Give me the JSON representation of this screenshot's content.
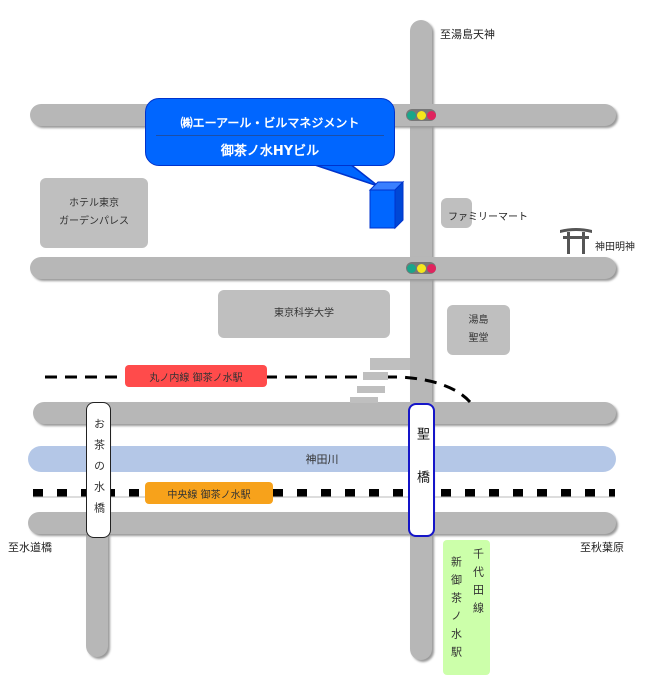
{
  "callout": {
    "company": "㈱エーアール・ビルマネジメント",
    "building": "御茶ノ水HYビル"
  },
  "directions": {
    "north": "至湯島天神",
    "west": "至水道橋",
    "east": "至秋葉原"
  },
  "landmarks": {
    "hotel": "ホテル東京\nガーデンパレス",
    "familymart": "ファミリーマート",
    "kanda_myojin": "神田明神",
    "university": "東京科学大学",
    "yushima_seido": "湯島\n聖堂"
  },
  "stations": {
    "marunouchi": "丸ノ内線 御茶ノ水駅",
    "chuo": "中央線 御茶ノ水駅",
    "chiyoda_line": "千代田線",
    "chiyoda_station": "新御茶ノ水駅"
  },
  "river": "神田川",
  "bridges": {
    "ochanomizu": "お茶の水橋",
    "hijiri": "聖橋"
  },
  "colors": {
    "road": "#b7b7b7",
    "river": "#b4c7e7",
    "callout": "#0066ff",
    "marunouchi": "#ff4b4b",
    "chuo": "#f7a21b",
    "chiyoda": "#ccffaa"
  }
}
